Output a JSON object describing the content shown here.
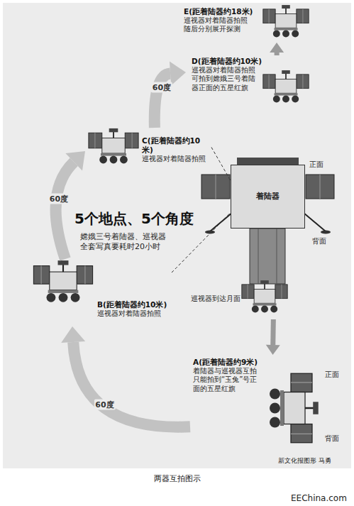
{
  "diagram": {
    "title": "5个地点、5个角度",
    "caption": "两器互拍图示",
    "nodes": [
      {
        "text": [
          "E(距着陆器约18米)",
          "巡视器对着陆器拍照 随后分别展开探测"
        ]
      },
      {
        "text": [
          "D(距着陆器约10米)",
          "巡视器对着陆器拍照 可拍到嫦娥三号着陆器正面的五星红旗"
        ]
      },
      {
        "text": [
          "C(距着陆器约10米)",
          "巡视器对着陆器拍照"
        ]
      },
      {
        "text": [
          "着陆器"
        ]
      },
      {
        "text": [
          "B(距着陆器约10米)",
          "巡视器对着陆器拍照"
        ]
      },
      {
        "text": [
          "巡视器到达月面"
        ]
      },
      {
        "text": [
          "A(距着陆器约9米)",
          "着陆器与巡视器互拍 只能拍到“玉兔”号正面的五星红旗"
        ]
      }
    ],
    "edges": [
      {
        "from": 5,
        "to": 6,
        "arrow": "to"
      },
      {
        "from": 6,
        "to": 4,
        "label": "60度",
        "arrow": "to"
      },
      {
        "from": 4,
        "to": 2,
        "label": "60度",
        "arrow": "to"
      },
      {
        "from": 2,
        "to": 1,
        "label": "60度",
        "arrow": "to"
      },
      {
        "from": 1,
        "to": 0,
        "arrow": "to"
      },
      {
        "from": 4,
        "to": 3,
        "arrow": "none"
      },
      {
        "from": 2,
        "to": 3,
        "arrow": "none"
      }
    ],
    "labels": [
      "嫦娥三号着陆器、巡视器全套写真要耗时20小时",
      "正面",
      "背面",
      "正面",
      "背面",
      "新文化报图形 马勇",
      "EEChina.com"
    ]
  }
}
